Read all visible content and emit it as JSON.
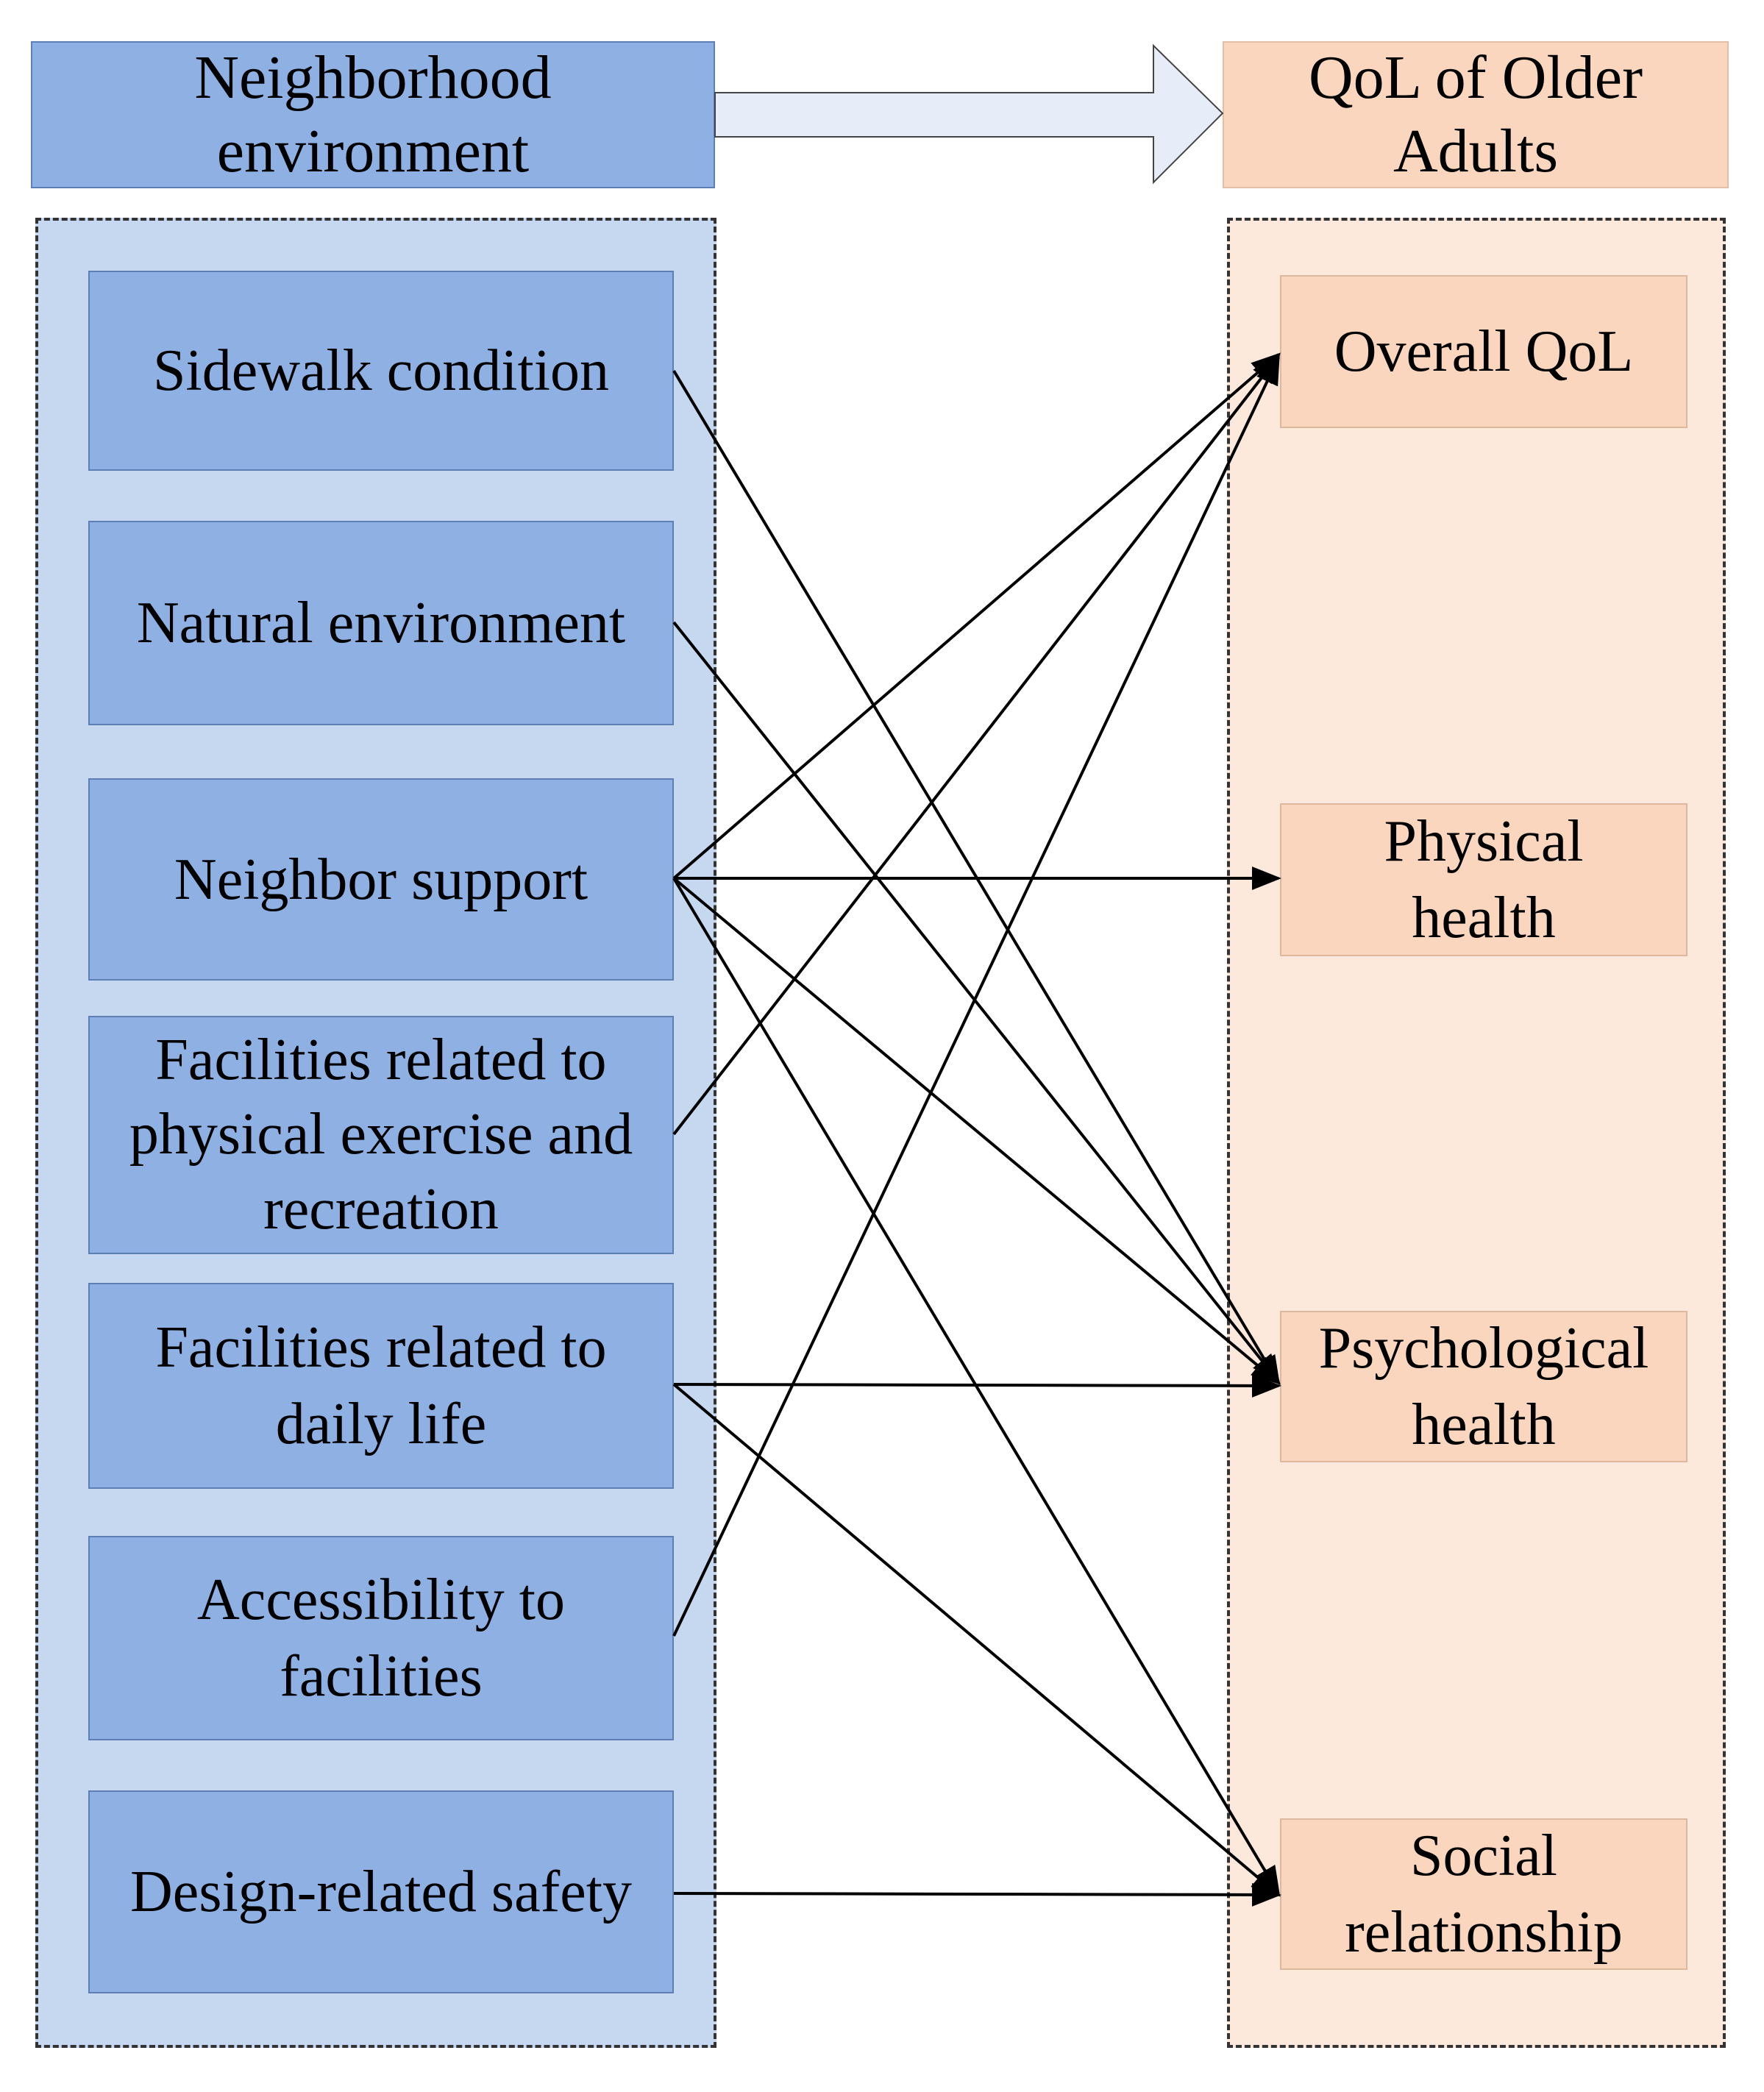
{
  "header": {
    "left_title": "Neighborhood\nenvironment",
    "right_title": "QoL of Older\nAdults"
  },
  "factors": [
    {
      "label": "Sidewalk condition"
    },
    {
      "label": "Natural environment"
    },
    {
      "label": "Neighbor support"
    },
    {
      "label": "Facilities related to\nphysical exercise and\nrecreation"
    },
    {
      "label": "Facilities related to\ndaily life"
    },
    {
      "label": "Accessibility to\nfacilities"
    },
    {
      "label": "Design-related safety"
    }
  ],
  "outcomes": [
    {
      "label": "Overall QoL"
    },
    {
      "label": "Physical\nhealth"
    },
    {
      "label": "Psychological\nhealth"
    },
    {
      "label": "Social\nrelationship"
    }
  ],
  "connections": [
    {
      "from": "Sidewalk condition",
      "to": "Psychological health"
    },
    {
      "from": "Natural environment",
      "to": "Psychological health"
    },
    {
      "from": "Neighbor support",
      "to": "Overall QoL"
    },
    {
      "from": "Neighbor support",
      "to": "Physical health"
    },
    {
      "from": "Neighbor support",
      "to": "Psychological health"
    },
    {
      "from": "Neighbor support",
      "to": "Social relationship"
    },
    {
      "from": "Facilities related to physical exercise and recreation",
      "to": "Overall QoL"
    },
    {
      "from": "Facilities related to daily life",
      "to": "Psychological health"
    },
    {
      "from": "Facilities related to daily life",
      "to": "Social relationship"
    },
    {
      "from": "Accessibility to facilities",
      "to": "Overall QoL"
    },
    {
      "from": "Design-related safety",
      "to": "Social relationship"
    }
  ],
  "colors": {
    "factor_fill": "#8eb0e3",
    "left_panel_fill": "#c6d8f0",
    "outcome_fill": "#f9d6bd",
    "right_panel_fill": "#fde9dc",
    "big_arrow_fill": "#e6edf8"
  }
}
